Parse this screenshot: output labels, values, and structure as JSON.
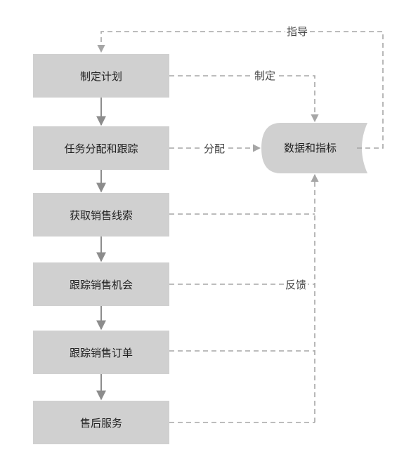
{
  "steps": [
    {
      "label": "制定计划"
    },
    {
      "label": "任务分配和跟踪"
    },
    {
      "label": "获取销售线索"
    },
    {
      "label": "跟踪销售机会"
    },
    {
      "label": "跟踪销售订单"
    },
    {
      "label": "售后服务"
    }
  ],
  "datastore": {
    "label": "数据和指标"
  },
  "edges": {
    "guide": "指导",
    "define": "制定",
    "assign": "分配",
    "feedback": "反馈"
  },
  "colors": {
    "box_fill": "#d0d0d0",
    "arrow": "#8c8c8c",
    "dashed": "#a6a6a6",
    "text": "#222222"
  }
}
